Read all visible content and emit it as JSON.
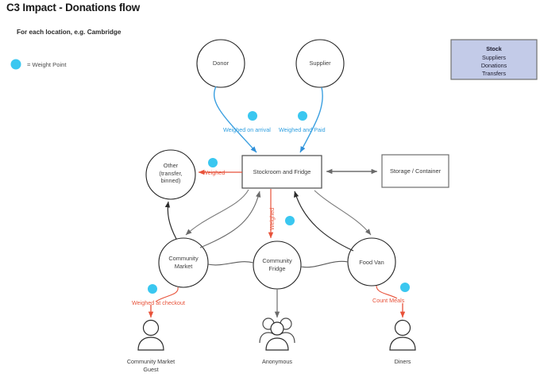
{
  "header": {
    "title": "C3 Impact - Donations flow",
    "subtitle": "For each location, e.g. Cambridge"
  },
  "legend": {
    "dot_icon": "weight-point-dot",
    "label": "= Weight Point",
    "dot_color": "#3ac7f0"
  },
  "colors": {
    "weight_point": "#3ac7f0",
    "blue_edge": "#3a9fe0",
    "red_edge": "#e8523a",
    "gray_edge": "#5a5a5a",
    "stock_fill": "#c3cbe8",
    "stock_border": "#6f6f6f",
    "node_stroke": "#262626"
  },
  "stock_panel": {
    "name": "stock-box",
    "title": "Stock",
    "items": [
      "Suppliers",
      "Donations",
      "Transfers"
    ]
  },
  "nodes": {
    "donor": {
      "label": "Donor",
      "shape": "circle"
    },
    "supplier": {
      "label": "Supplier",
      "shape": "circle"
    },
    "other": {
      "label": "Other\n(transfer,\nbinned)",
      "shape": "circle"
    },
    "stockroom": {
      "label": "Stockroom and Fridge",
      "shape": "rect"
    },
    "storage": {
      "label": "Storage / Container",
      "shape": "rect"
    },
    "community_market": {
      "label": "Community\nMarket",
      "shape": "circle"
    },
    "community_fridge": {
      "label": "Community\nFridge",
      "shape": "circle"
    },
    "food_van": {
      "label": "Food Van",
      "shape": "circle"
    }
  },
  "edge_labels": {
    "weighed_on_arrival": "Weighed on arrival",
    "weighed_and_paid": "Weighed and Paid",
    "weighed_other": "Weighed",
    "weighed_fridge": "Weighed",
    "weighed_at_checkout": "Weighed at checkout",
    "count_meals": "Count Meals"
  },
  "actors": [
    {
      "icon": "person-icon",
      "label": "Community Market\nGuest"
    },
    {
      "icon": "people-group-icon",
      "label": "Anonymous"
    },
    {
      "icon": "person-icon",
      "label": "Diners"
    }
  ],
  "weight_points": [
    {
      "name": "weight-point-arrival"
    },
    {
      "name": "weight-point-paid"
    },
    {
      "name": "weight-point-other"
    },
    {
      "name": "weight-point-fridge"
    },
    {
      "name": "weight-point-market"
    },
    {
      "name": "weight-point-foodvan"
    }
  ]
}
